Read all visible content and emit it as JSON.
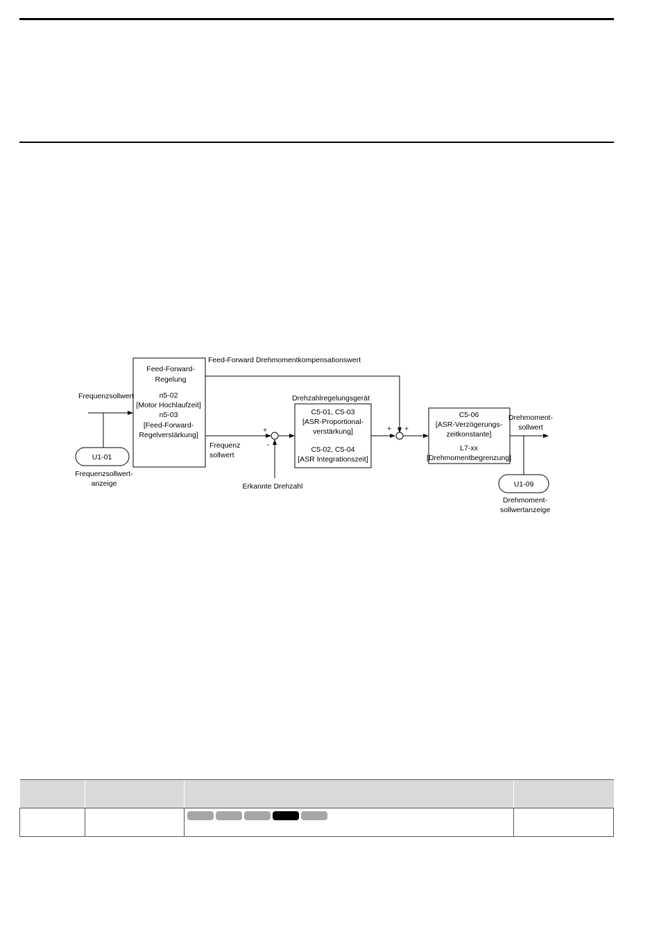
{
  "diagram": {
    "labels": {
      "feed_forward_comp": "Feed-Forward Drehmomentkompensationswert",
      "freq_ref": "Frequenzsollwert",
      "ff_title_1": "Feed-Forward-",
      "ff_title_2": "Regelung",
      "n5_02": "n5-02",
      "n5_02_desc": "[Motor Hochlaufzeit]",
      "n5_03": "n5-03",
      "n5_03_desc_1": "[Feed-Forward-",
      "n5_03_desc_2": "Regelverstärkung]",
      "u1_01": "U1-01",
      "u1_01_desc_1": "Frequenzsollwert-",
      "u1_01_desc_2": "anzeige",
      "freq_sollwert_1": "Frequenz",
      "freq_sollwert_2": "sollwert",
      "plus_1": "+",
      "minus_1": "-",
      "detected_speed": "Erkannte Drehzahl",
      "speed_controller": "Drehzahlregelungsgerät",
      "c5_01_03": "C5-01, C5-03",
      "asr_p_1": "[ASR-Proportional-",
      "asr_p_2": "verstärkung]",
      "c5_02_04": "C5-02, C5-04",
      "asr_i": "[ASR Integrationszeit]",
      "plus_2": "+",
      "plus_3": "+",
      "c5_06": "C5-06",
      "asr_delay_1": "[ASR-Verzögerungs-",
      "asr_delay_2": "zeitkonstante]",
      "l7_xx": "L7-xx",
      "torque_limit": "[Drehmomentbegrenzung]",
      "torque_ref_1": "Drehmoment-",
      "torque_ref_2": "sollwert",
      "u1_09": "U1-09",
      "u1_09_desc_1": "Drehmoment-",
      "u1_09_desc_2": "sollwertanzeige"
    }
  },
  "table": {
    "headers": [
      "",
      "",
      "",
      ""
    ],
    "row": {
      "col1": "",
      "col2": "",
      "col4": ""
    },
    "chips": [
      {
        "active": false
      },
      {
        "active": false
      },
      {
        "active": false
      },
      {
        "active": true
      },
      {
        "active": false
      }
    ]
  }
}
